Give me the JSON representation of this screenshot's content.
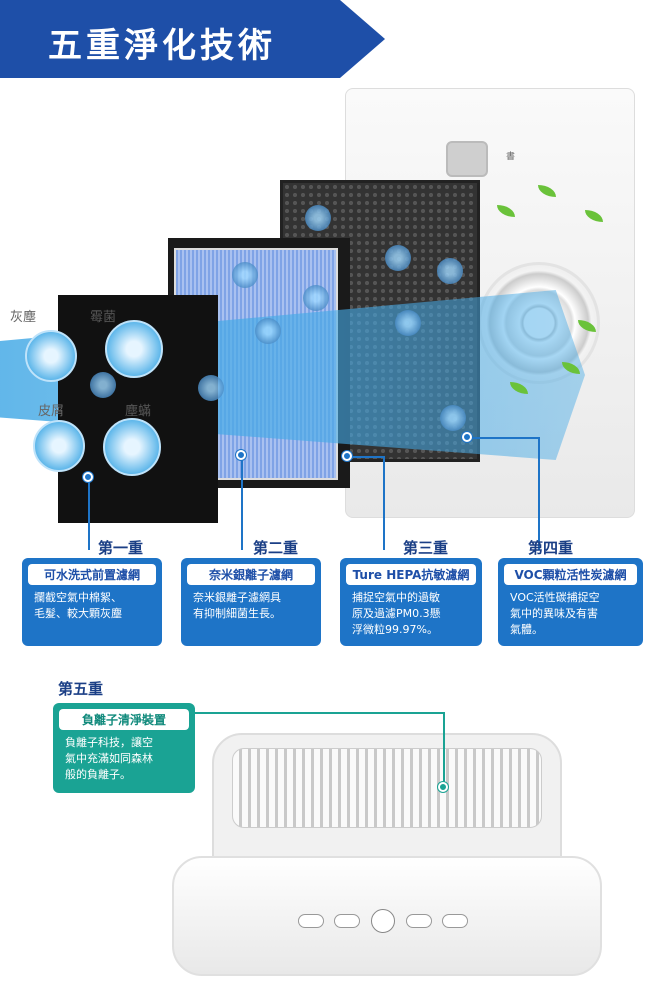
{
  "banner": {
    "title": "五重淨化技術",
    "color": "#1e4fa8"
  },
  "filter_labels": {
    "dust": "灰塵",
    "mold": "霉菌",
    "dander": "皮屑",
    "mites": "塵蟎"
  },
  "purifier": {
    "brand_text": "書"
  },
  "stages": [
    {
      "title": "第一重",
      "name": "可水洗式前置濾網",
      "desc": "攔截空氣中棉絮、\n毛髮、較大顆灰塵"
    },
    {
      "title": "第二重",
      "name": "奈米銀離子濾網",
      "desc": "奈米銀離子濾網具\n有抑制細菌生長。"
    },
    {
      "title": "第三重",
      "name": "Ture HEPA抗敏濾網",
      "desc": "捕捉空氣中的過敏\n原及過濾PM0.3懸\n浮微粒99.97%。"
    },
    {
      "title": "第四重",
      "name": "VOC顆粒活性炭濾網",
      "desc": "VOC活性碳捕捉空\n氣中的異味及有害\n氣體。"
    }
  ],
  "stage5": {
    "title": "第五重",
    "name": "負離子清淨裝置",
    "desc": "負離子科技，讓空\n氣中充滿如同森林\n般的負離子。"
  },
  "colors": {
    "stage_blue": "#1e74c7",
    "stage_teal": "#1aa394",
    "beam": "#46aae6"
  }
}
